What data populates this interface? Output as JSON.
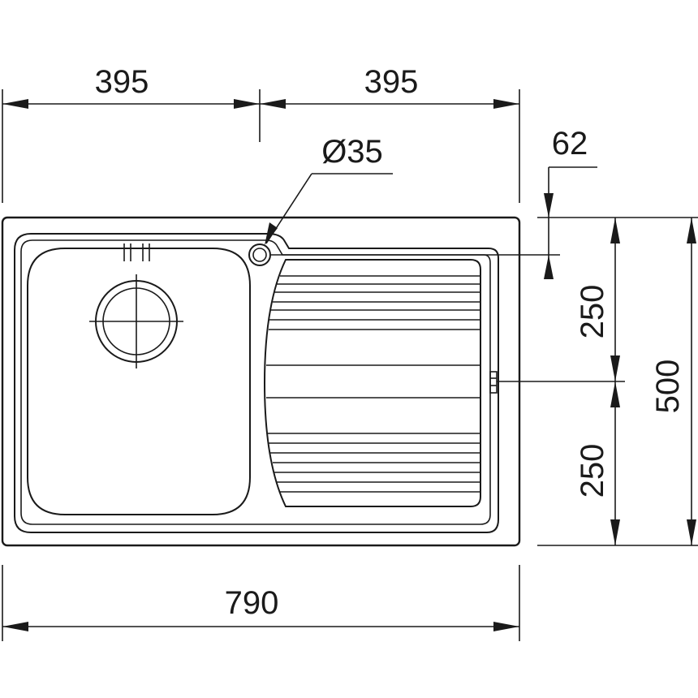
{
  "dimensions": {
    "top_left_width": "395",
    "top_right_width": "395",
    "tap_hole_diameter": "Ø35",
    "tap_hole_offset": "62",
    "upper_half_depth": "250",
    "lower_half_depth": "250",
    "total_depth": "500",
    "total_width": "790"
  }
}
